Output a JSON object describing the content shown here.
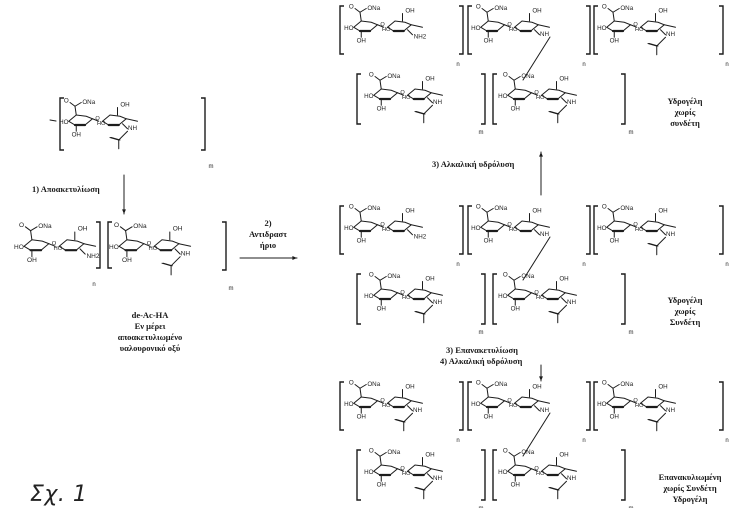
{
  "step1": "1) Αποακετυλίωση",
  "step2_line1": "2)",
  "step2_line2": "Αντιδραστ",
  "step2_line3": "ήριο",
  "step3_top": "3) Αλκαλική υδρόλυση",
  "step3_bottom_line1": "3) Επανακετυλίωση",
  "step3_bottom_line2": "4) Αλκαλική υδρόλυση",
  "deac_line1": "de-Ac-HA",
  "deac_line2": "Εν μέρει",
  "deac_line3": "αποακετυλιωμένο",
  "deac_line4": "υαλουρονικό οξύ",
  "hydrogel_top_line1": "Υδρογέλη",
  "hydrogel_top_line2": "χωρίς",
  "hydrogel_top_line3": "συνδέτη",
  "hydrogel_mid_line1": "Υδρογέλη",
  "hydrogel_mid_line2": "χωρίς",
  "hydrogel_mid_line3": "Συνδέτη",
  "hydrogel_bot_line1": "Επανακυλιωμένη",
  "hydrogel_bot_line2": "χωρίς Συνδέτη",
  "hydrogel_bot_line3": "Υδρογέλη",
  "figure_caption": "Σχ. 1",
  "subscript_m": "m",
  "subscript_n": "n",
  "group_ona": "ONa",
  "group_oh": "OH",
  "group_nh": "NH",
  "group_nh2": "NH2",
  "group_ho": "HO",
  "group_o": "O"
}
